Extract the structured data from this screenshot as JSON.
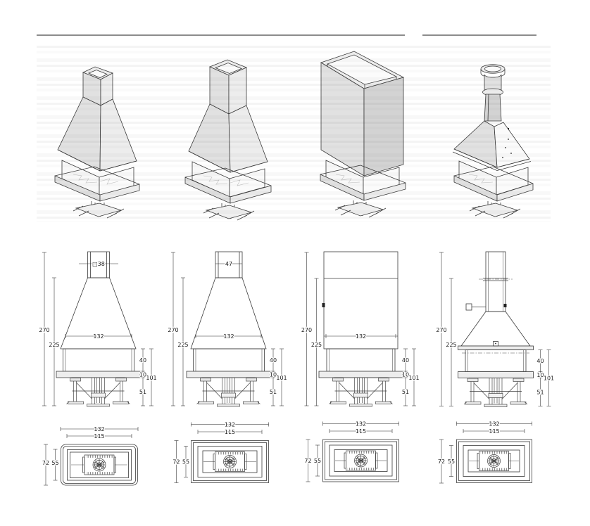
{
  "page": {
    "background": "#ffffff",
    "line_color": "#3b3b3b",
    "dim_color": "#2a2a2a",
    "rule_color": "#8c8c8c"
  },
  "header": {
    "rule_left": "divider-over-models-1-3",
    "rule_right": "divider-over-model-4"
  },
  "models": [
    {
      "id": "model-1-square-flue-hood",
      "flue_label": "□38",
      "elevation": {
        "total_height": "270",
        "hood_height": "225",
        "hood_width": "132",
        "firebox_height": "40",
        "slab_height": "10",
        "base_group_height": "101",
        "pedestal_height": "51"
      },
      "plan": {
        "outer_width": "132",
        "inner_width": "115",
        "outer_depth": "72",
        "inner_depth": "55"
      }
    },
    {
      "id": "model-2-wide-square-flue-hood",
      "flue_label": "47",
      "elevation": {
        "total_height": "270",
        "hood_height": "225",
        "hood_width": "132",
        "firebox_height": "40",
        "slab_height": "10",
        "base_group_height": "101",
        "pedestal_height": "51"
      },
      "plan": {
        "outer_width": "132",
        "inner_width": "115",
        "outer_depth": "72",
        "inner_depth": "55"
      }
    },
    {
      "id": "model-3-box-hood",
      "elevation": {
        "total_height": "270",
        "hood_height": "225",
        "hood_width": "132",
        "firebox_height": "40",
        "slab_height": "10",
        "base_group_height": "101",
        "pedestal_height": "51"
      },
      "plan": {
        "outer_width": "132",
        "inner_width": "115",
        "outer_depth": "72",
        "inner_depth": "55"
      }
    },
    {
      "id": "model-4-round-flue-hood",
      "elevation": {
        "total_height": "270",
        "hood_height": "225",
        "firebox_height": "40",
        "slab_height": "10",
        "base_group_height": "101",
        "pedestal_height": "51"
      },
      "plan": {
        "outer_width": "132",
        "inner_width": "115",
        "outer_depth": "72",
        "inner_depth": "55"
      }
    }
  ]
}
